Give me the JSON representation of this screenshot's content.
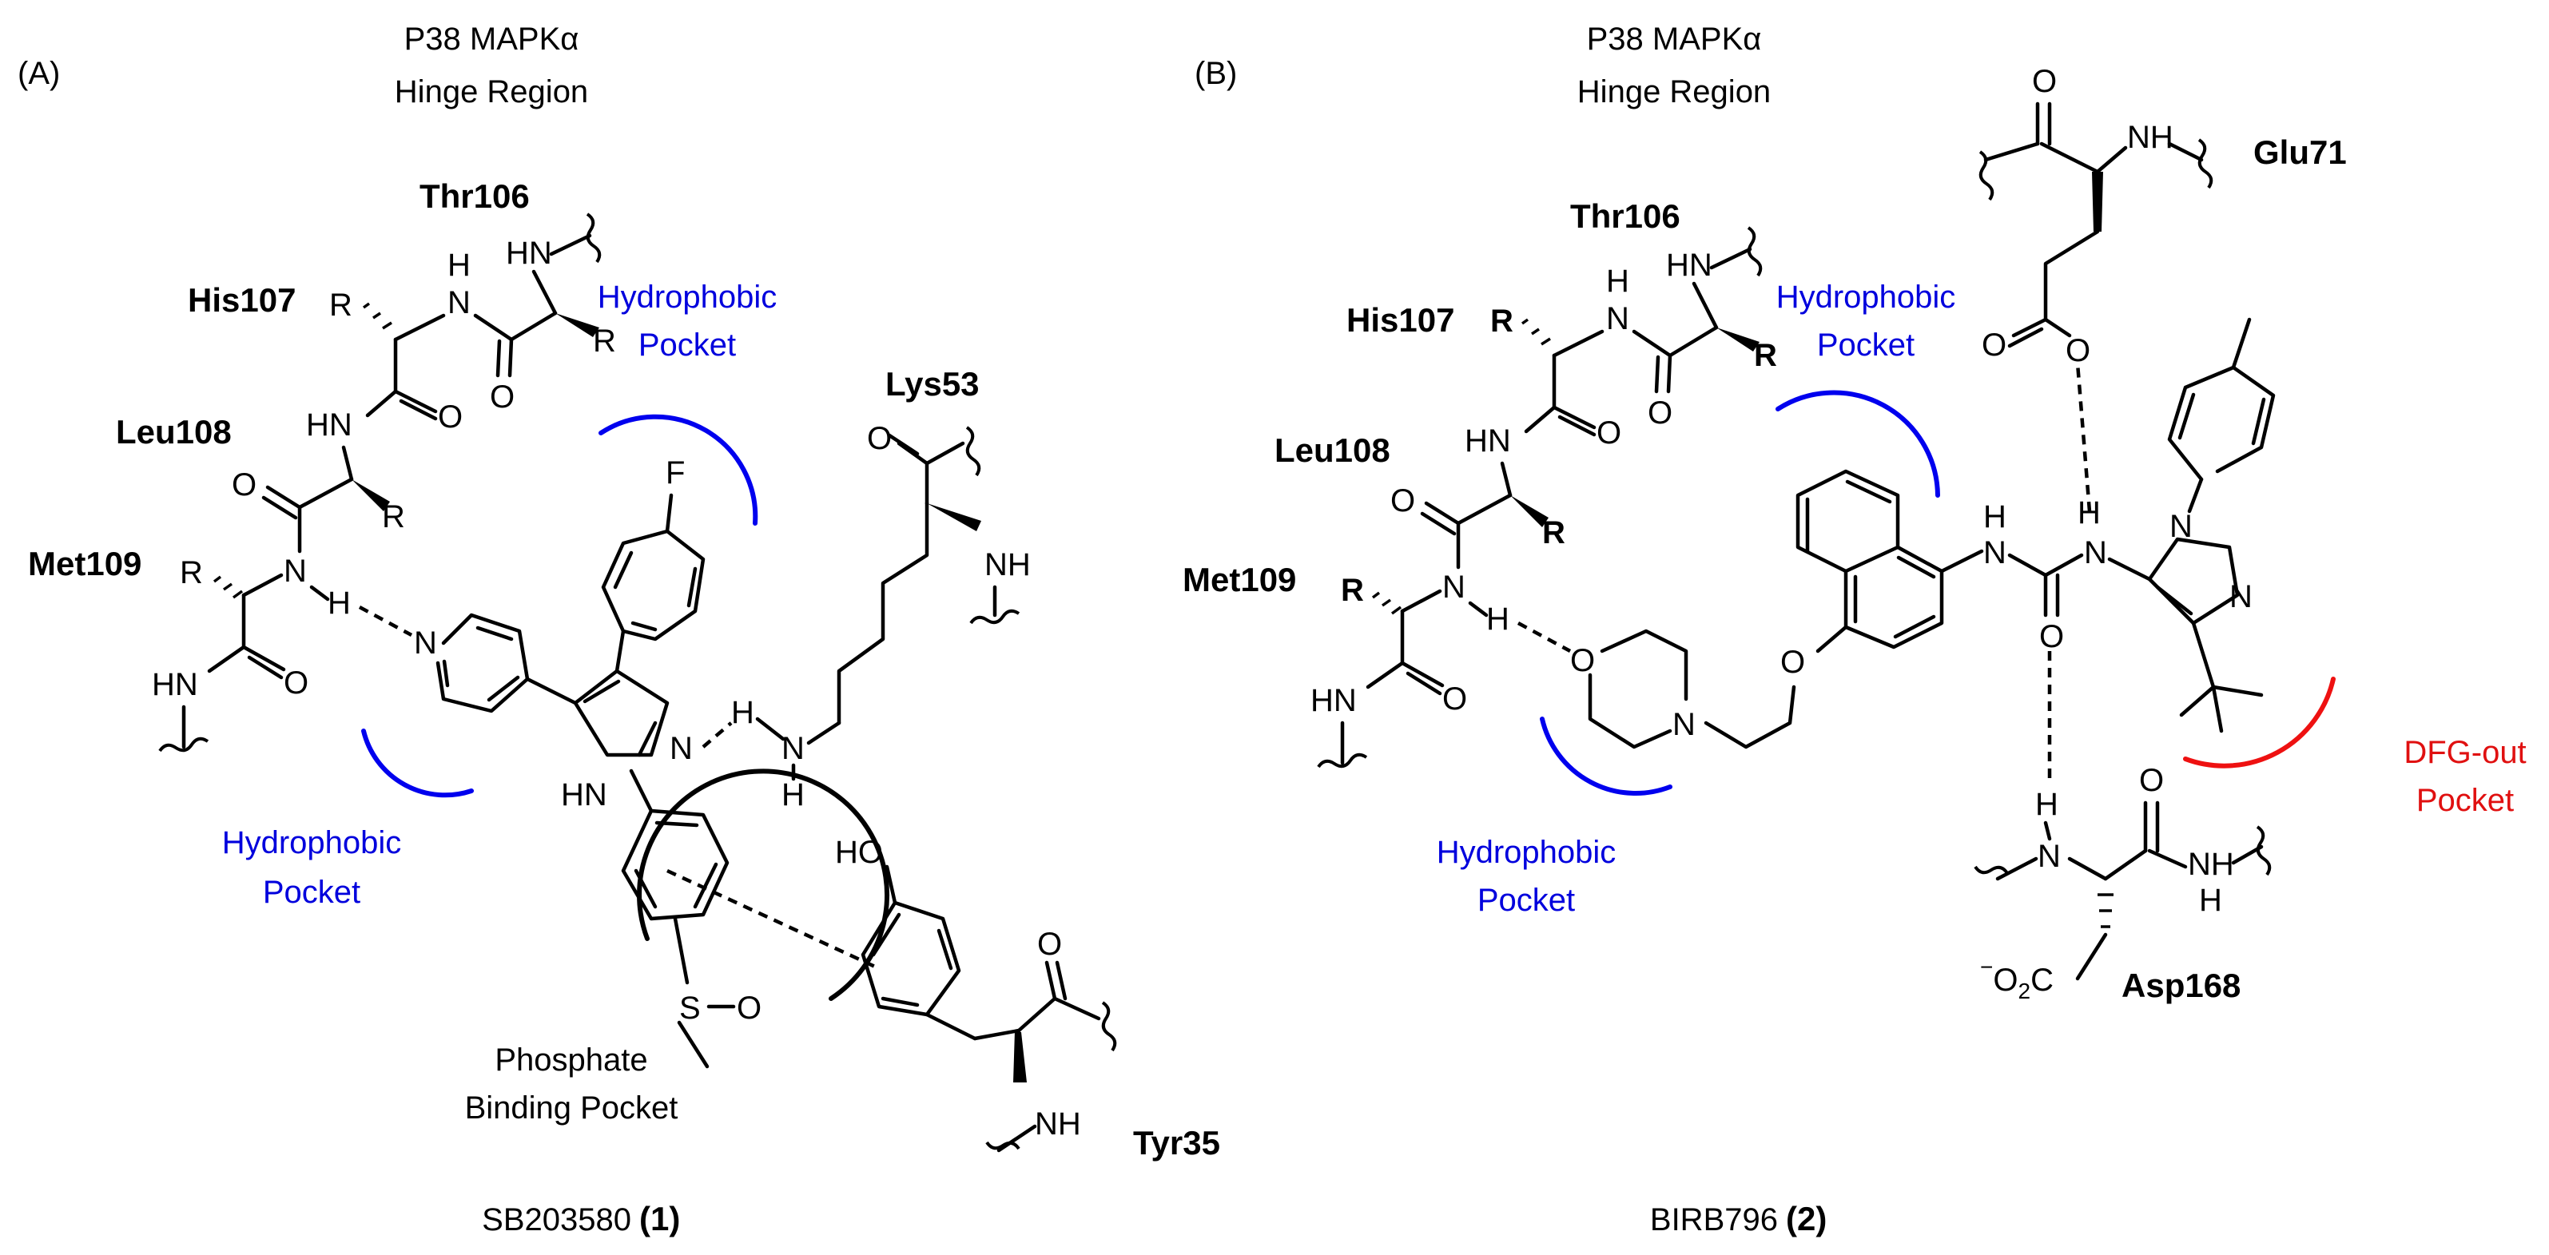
{
  "panel_a": {
    "panel_label": "(A)",
    "title_line1": "P38 MAPKα",
    "title_line2": "Hinge Region",
    "residues": {
      "thr": "Thr106",
      "his": "His107",
      "leu": "Leu108",
      "met": "Met109",
      "lys": "Lys53",
      "tyr": "Tyr35"
    },
    "pocket_top": [
      "Hydrophobic",
      "Pocket"
    ],
    "pocket_bottom": [
      "Hydrophobic",
      "Pocket"
    ],
    "pocket_phosphate": [
      "Phosphate",
      "Binding Pocket"
    ],
    "caption_name": "SB203580",
    "caption_num": "(1)"
  },
  "panel_b": {
    "panel_label": "(B)",
    "title_line1": "P38 MAPKα",
    "title_line2": "Hinge Region",
    "residues": {
      "thr": "Thr106",
      "his": "His107",
      "leu": "Leu108",
      "met": "Met109",
      "glu": "Glu71",
      "asp": "Asp168"
    },
    "pocket_top": [
      "Hydrophobic",
      "Pocket"
    ],
    "pocket_bottom": [
      "Hydrophobic",
      "Pocket"
    ],
    "pocket_dfg": [
      "DFG-out",
      "Pocket"
    ],
    "caption_name": "BIRB796",
    "caption_num": "(2)"
  },
  "atoms": {
    "N": "N",
    "H": "H",
    "O": "O",
    "R": "R",
    "F": "F",
    "HN": "HN",
    "NH": "NH",
    "HO": "HO",
    "S": "S",
    "O2C": "O"
  },
  "colors": {
    "hydrophobic": "#0000dd",
    "dfg": "#e01010",
    "bond": "#000000"
  }
}
